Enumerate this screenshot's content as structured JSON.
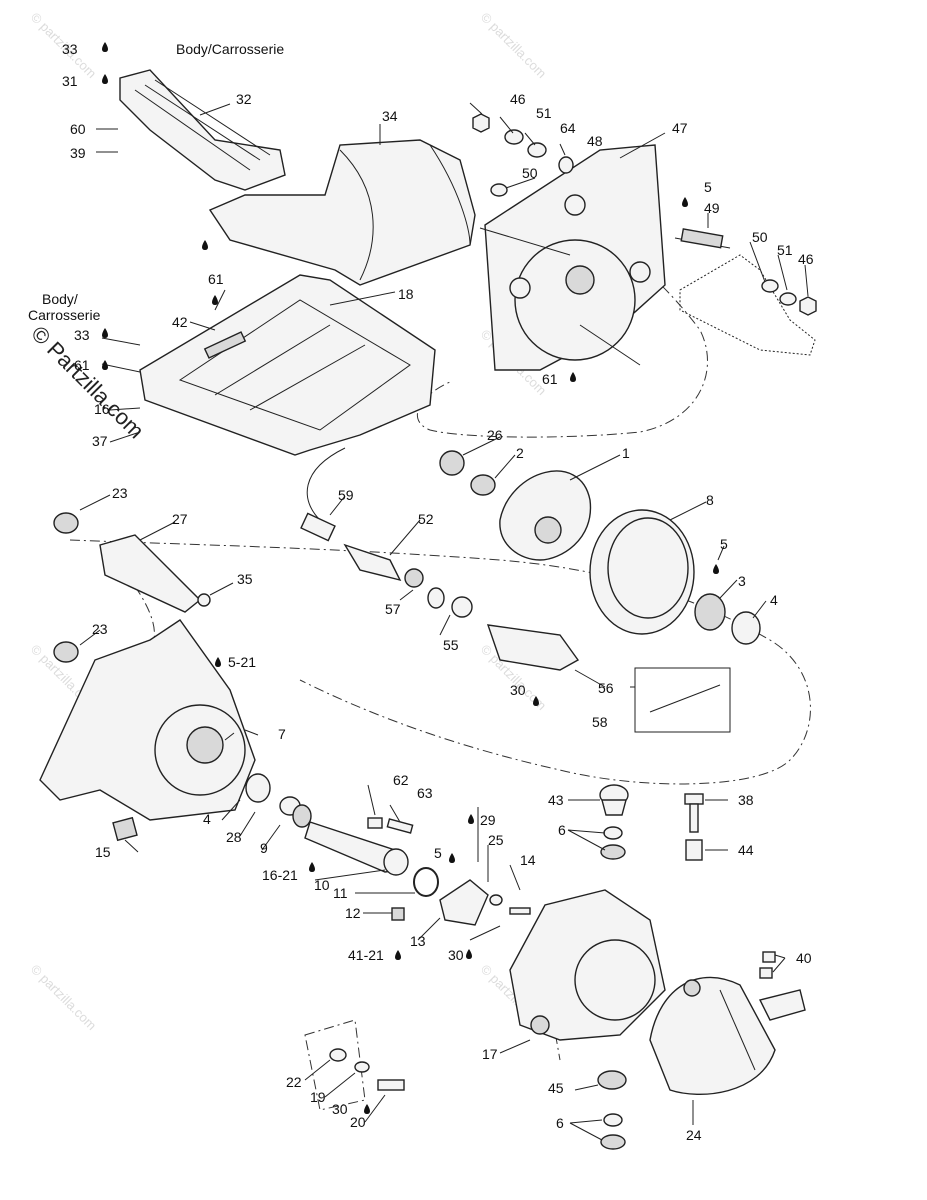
{
  "watermark": "© Partzilla.com",
  "watermark_small": "© partzilla.com",
  "body_label": "Body/Carrosserie",
  "body_label_2": [
    "Body/",
    "Carrosserie"
  ],
  "callouts": {
    "c33a": "33",
    "c31": "31",
    "c32": "32",
    "c60": "60",
    "c39": "39",
    "c34": "34",
    "c46a": "46",
    "c51a": "51",
    "c64": "64",
    "c48": "48",
    "c50a": "50",
    "c47": "47",
    "c5a": "5",
    "c49": "49",
    "c50b": "50",
    "c51b": "51",
    "c46b": "46",
    "c61a": "61",
    "c18": "18",
    "c42": "42",
    "c33b": "33",
    "c61b": "61",
    "c16": "16",
    "c37": "37",
    "c61c": "61",
    "c26": "26",
    "c2": "2",
    "c1": "1",
    "c8": "8",
    "c5b": "5",
    "c3": "3",
    "c4a": "4",
    "c23a": "23",
    "c27": "27",
    "c59": "59",
    "c52": "52",
    "c35": "35",
    "c57": "57",
    "c55": "55",
    "c23b": "23",
    "c5_21": "5-21",
    "c7": "7",
    "c56": "56",
    "c30a": "30",
    "c58": "58",
    "c15": "15",
    "c4b": "4",
    "c28": "28",
    "c9": "9",
    "c16_21": "16-21",
    "c10": "10",
    "c62": "62",
    "c63": "63",
    "c29": "29",
    "c5c": "5",
    "c25": "25",
    "c14": "14",
    "c11": "11",
    "c12": "12",
    "c13": "13",
    "c41_21": "41-21",
    "c30b": "30",
    "c43": "43",
    "c6a": "6",
    "c38": "38",
    "c44": "44",
    "c40": "40",
    "c17": "17",
    "c22": "22",
    "c19": "19",
    "c30c": "30",
    "c20": "20",
    "c45": "45",
    "c6b": "6",
    "c24": "24"
  }
}
